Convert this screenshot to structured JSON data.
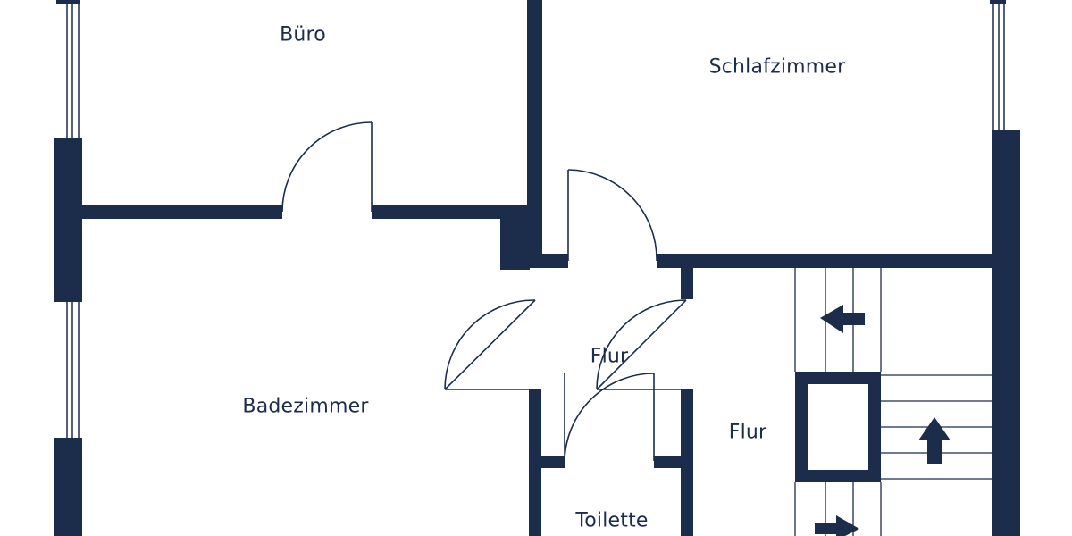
{
  "plan": {
    "wall_color": "#1b2d4b",
    "line_color": "#1b2d4b",
    "background": "#ffffff"
  },
  "rooms": {
    "buero": "Büro",
    "schlafzimmer": "Schlafzimmer",
    "badezimmer": "Badezimmer",
    "flur_inner": "Flur",
    "flur_outer": "Flur",
    "toilette": "Toilette"
  }
}
